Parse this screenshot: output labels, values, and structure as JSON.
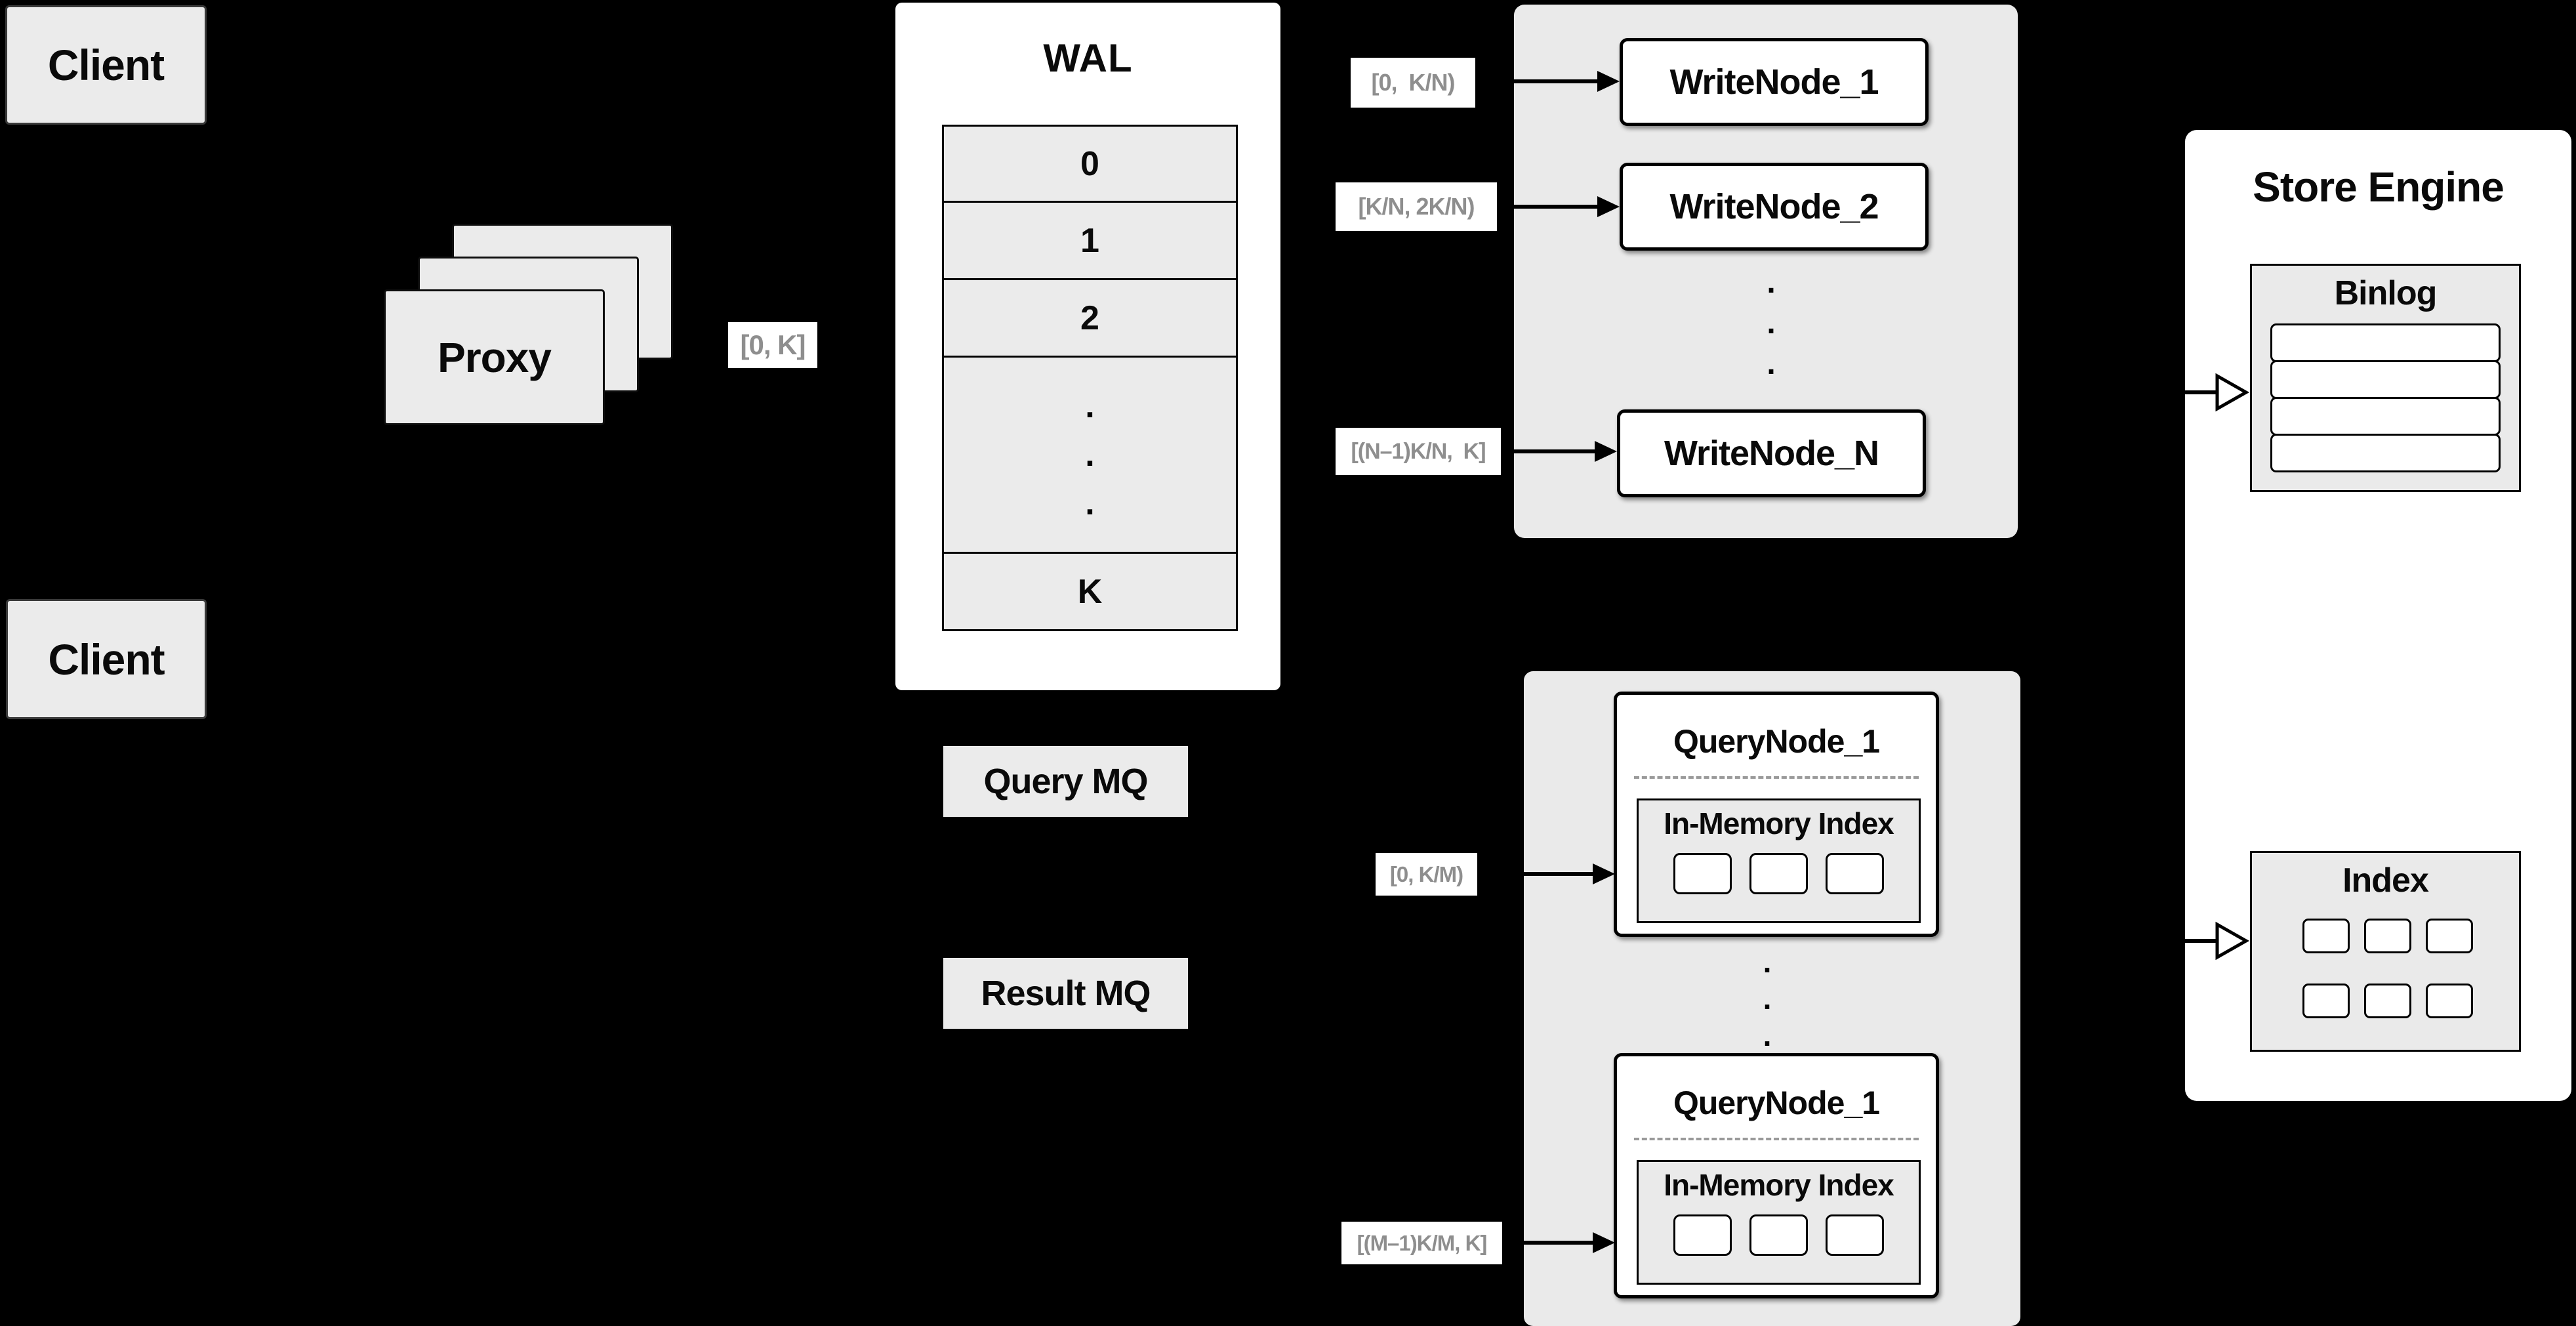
{
  "clients": {
    "top_label": "Client",
    "bottom_label": "Client"
  },
  "proxy": {
    "label": "Proxy",
    "range": "[0, K]"
  },
  "wal": {
    "title": "WAL",
    "rows": [
      "0",
      "1",
      "2"
    ],
    "last_row": "K"
  },
  "write_group": {
    "nodes": [
      {
        "range": "[0,  K/N)",
        "name": "WriteNode_1"
      },
      {
        "range": "[K/N, 2K/N)",
        "name": "WriteNode_2"
      },
      {
        "range": "[(N–1)K/N,  K]",
        "name": "WriteNode_N"
      }
    ]
  },
  "mq": {
    "query_label": "Query MQ",
    "result_label": "Result MQ"
  },
  "query_group": {
    "nodes": [
      {
        "range": "[0, K/M)",
        "name": "QueryNode_1",
        "index_label": "In-Memory Index"
      },
      {
        "range": "[(M–1)K/M, K]",
        "name": "QueryNode_1",
        "index_label": "In-Memory Index"
      }
    ]
  },
  "store_engine": {
    "title": "Store Engine",
    "binlog_title": "Binlog",
    "index_title": "Index"
  },
  "glyphs": {
    "dot": "."
  },
  "colors": {
    "background": "#000000",
    "container_gray": "#eaeaea",
    "box_gray": "#ebebeb",
    "node_white": "#ffffff",
    "line_black": "#000000",
    "range_text_gray": "#8e8e8e"
  }
}
